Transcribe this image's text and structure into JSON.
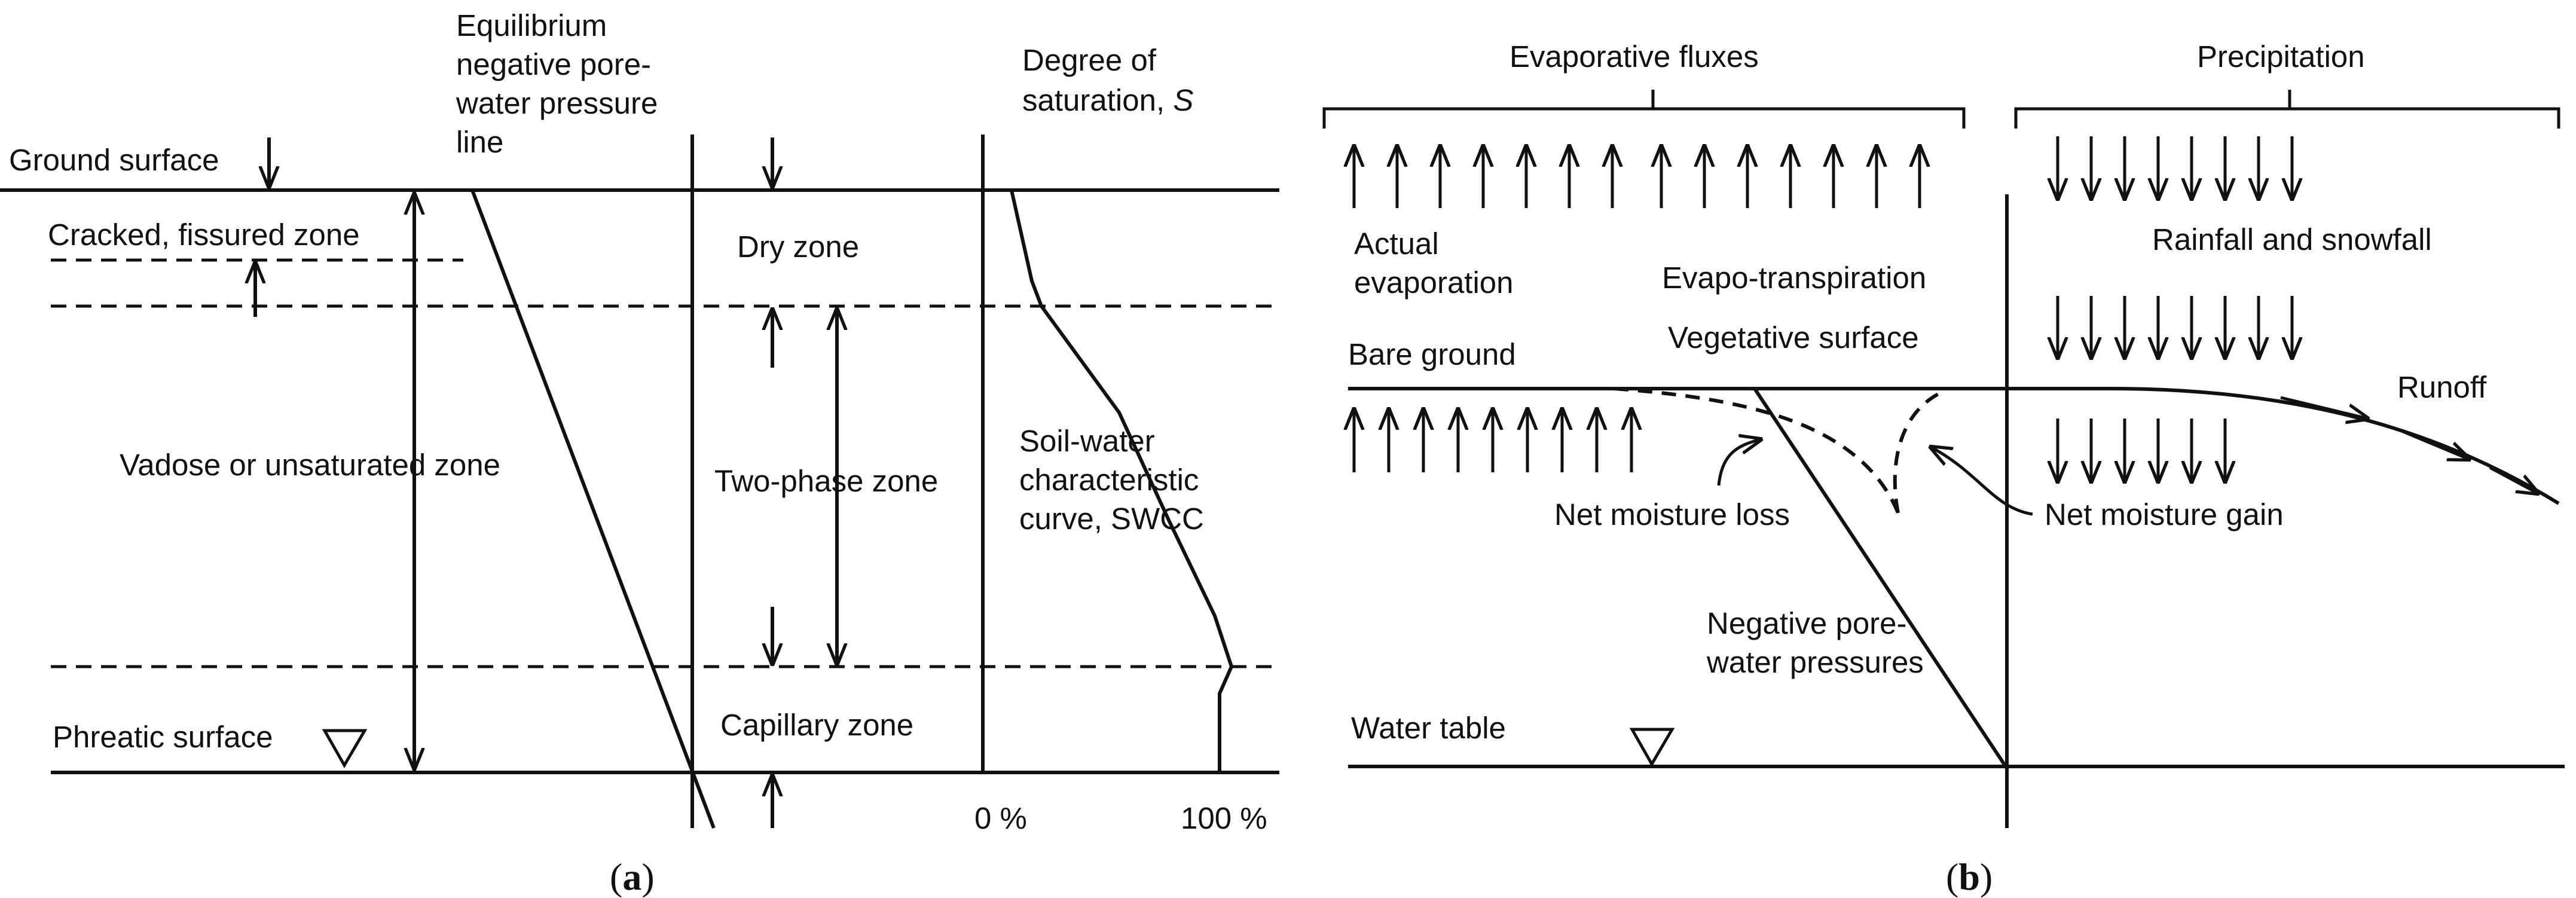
{
  "panel_a": {
    "ground_surface": "Ground surface",
    "cracked_zone": "Cracked, fissured zone",
    "vadose_zone": "Vadose or unsaturated zone",
    "phreatic_surface": "Phreatic surface",
    "equilibrium_line": [
      "Equilibrium",
      "negative pore-",
      "water pressure",
      "line"
    ],
    "dry_zone": "Dry zone",
    "two_phase_zone": "Two-phase zone",
    "capillary_zone": "Capillary zone",
    "degree_of_saturation": [
      "Degree of",
      "saturation, "
    ],
    "saturation_symbol": "S",
    "swcc": [
      "Soil-water",
      "characteristic",
      "curve, SWCC"
    ],
    "pct_zero": "0 %",
    "pct_hundred": "100 %",
    "caption_open": "(",
    "caption_letter": "a",
    "caption_close": ")"
  },
  "panel_b": {
    "evaporative_fluxes": "Evaporative fluxes",
    "precipitation": "Precipitation",
    "actual_evaporation": [
      "Actual",
      "evaporation"
    ],
    "evapo_transpiration": "Evapo-transpiration",
    "rainfall_snowfall": "Rainfall and snowfall",
    "bare_ground": "Bare ground",
    "vegetative_surface": "Vegetative surface",
    "runoff": "Runoff",
    "net_moisture_loss": "Net moisture loss",
    "net_moisture_gain": "Net moisture gain",
    "negative_pore_pressures": [
      "Negative pore-",
      "water pressures"
    ],
    "water_table": "Water table",
    "caption_open": "(",
    "caption_letter": "b",
    "caption_close": ")"
  }
}
